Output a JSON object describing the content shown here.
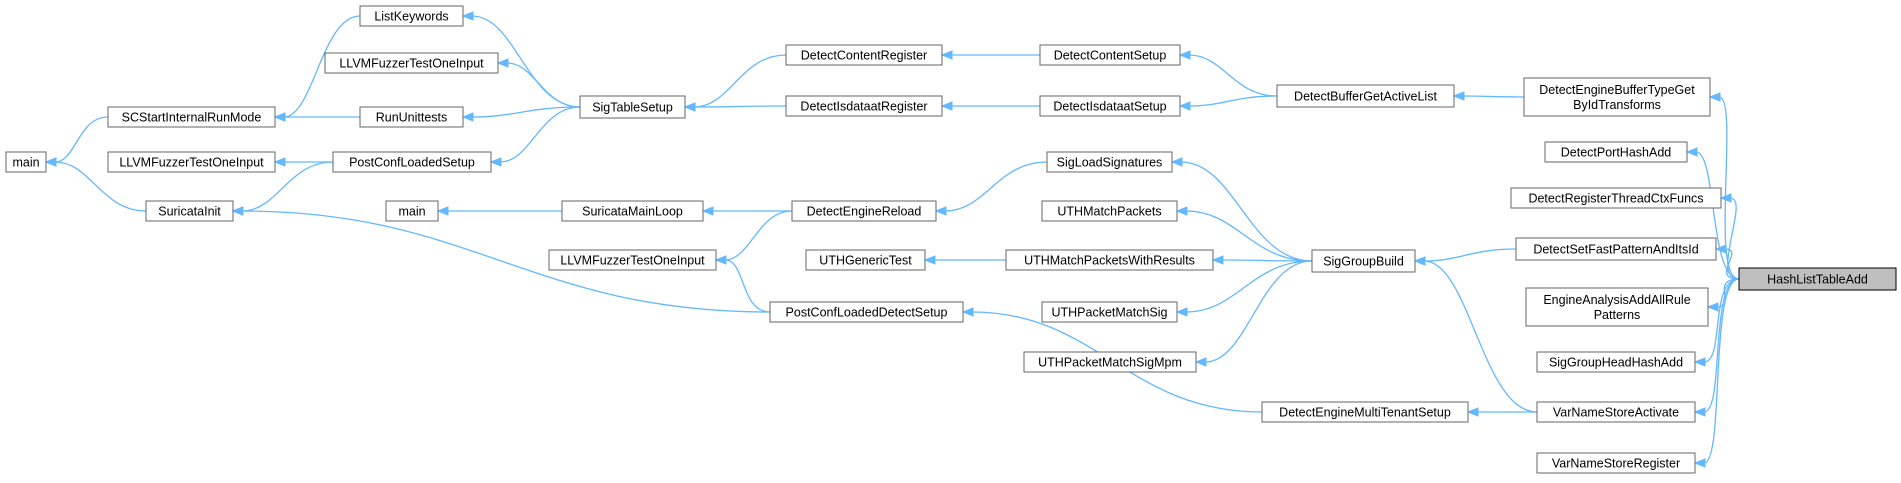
{
  "nodes": {
    "main1": [
      "main"
    ],
    "scstart": [
      "SCStartInternalRunMode"
    ],
    "llvm_left": [
      "LLVMFuzzerTestOneInput"
    ],
    "suricatainit": [
      "SuricataInit"
    ],
    "listkw": [
      "ListKeywords"
    ],
    "llvm_top": [
      "LLVMFuzzerTestOneInput"
    ],
    "rununit": [
      "RunUnittests"
    ],
    "postconf": [
      "PostConfLoadedSetup"
    ],
    "main2": [
      "main"
    ],
    "sigtable": [
      "SigTableSetup"
    ],
    "suricatamain": [
      "SuricataMainLoop"
    ],
    "llvm_mid": [
      "LLVMFuzzerTestOneInput"
    ],
    "contentreg": [
      "DetectContentRegister"
    ],
    "isdatareg": [
      "DetectIsdataatRegister"
    ],
    "reload": [
      "DetectEngineReload"
    ],
    "uthgeneric": [
      "UTHGenericTest"
    ],
    "postconfdetect": [
      "PostConfLoadedDetectSetup"
    ],
    "contentsetup": [
      "DetectContentSetup"
    ],
    "isdatasetup": [
      "DetectIsdataatSetup"
    ],
    "sigload": [
      "SigLoadSignatures"
    ],
    "uthmatch": [
      "UTHMatchPackets"
    ],
    "uthmatchres": [
      "UTHMatchPacketsWithResults"
    ],
    "uthpacketsig": [
      "UTHPacketMatchSig"
    ],
    "uthpacketmpm": [
      "UTHPacketMatchSigMpm"
    ],
    "multitenant": [
      "DetectEngineMultiTenantSetup"
    ],
    "activelist": [
      "DetectBufferGetActiveList"
    ],
    "siggroupbuild": [
      "SigGroupBuild"
    ],
    "buftype": [
      "DetectEngineBufferTypeGet",
      "ByIdTransforms"
    ],
    "porthash": [
      "DetectPortHashAdd"
    ],
    "threadctx": [
      "DetectRegisterThreadCtxFuncs"
    ],
    "fastpattern": [
      "DetectSetFastPatternAndItsId"
    ],
    "engineanalysis": [
      "EngineAnalysisAddAllRule",
      "Patterns"
    ],
    "sghhash": [
      "SigGroupHeadHashAdd"
    ],
    "varactivate": [
      "VarNameStoreActivate"
    ],
    "varregister": [
      "VarNameStoreRegister"
    ],
    "root": [
      "HashListTableAdd"
    ]
  },
  "edges": [
    [
      "scstart",
      "main1"
    ],
    [
      "suricatainit",
      "main1"
    ],
    [
      "listkw",
      "scstart"
    ],
    [
      "rununit",
      "scstart"
    ],
    [
      "postconf",
      "suricatainit"
    ],
    [
      "postconfdetect",
      "suricatainit"
    ],
    [
      "postconf",
      "llvm_left"
    ],
    [
      "sigtable",
      "listkw"
    ],
    [
      "sigtable",
      "llvm_top"
    ],
    [
      "sigtable",
      "rununit"
    ],
    [
      "sigtable",
      "postconf"
    ],
    [
      "suricatamain",
      "main2"
    ],
    [
      "contentreg",
      "sigtable"
    ],
    [
      "isdatareg",
      "sigtable"
    ],
    [
      "reload",
      "suricatamain"
    ],
    [
      "reload",
      "llvm_mid"
    ],
    [
      "postconfdetect",
      "llvm_mid"
    ],
    [
      "contentsetup",
      "contentreg"
    ],
    [
      "isdatasetup",
      "isdatareg"
    ],
    [
      "sigload",
      "reload"
    ],
    [
      "uthmatchres",
      "uthgeneric"
    ],
    [
      "multitenant",
      "postconfdetect"
    ],
    [
      "activelist",
      "contentsetup"
    ],
    [
      "activelist",
      "isdatasetup"
    ],
    [
      "siggroupbuild",
      "sigload"
    ],
    [
      "siggroupbuild",
      "uthmatch"
    ],
    [
      "siggroupbuild",
      "uthmatchres"
    ],
    [
      "siggroupbuild",
      "uthpacketsig"
    ],
    [
      "siggroupbuild",
      "uthpacketmpm"
    ],
    [
      "varactivate",
      "multitenant"
    ],
    [
      "varactivate",
      "siggroupbuild"
    ],
    [
      "buftype",
      "activelist"
    ],
    [
      "fastpattern",
      "siggroupbuild"
    ],
    [
      "root",
      "buftype"
    ],
    [
      "root",
      "porthash"
    ],
    [
      "root",
      "threadctx"
    ],
    [
      "root",
      "fastpattern"
    ],
    [
      "root",
      "engineanalysis"
    ],
    [
      "root",
      "sghhash"
    ],
    [
      "root",
      "varactivate"
    ],
    [
      "root",
      "varregister"
    ]
  ]
}
